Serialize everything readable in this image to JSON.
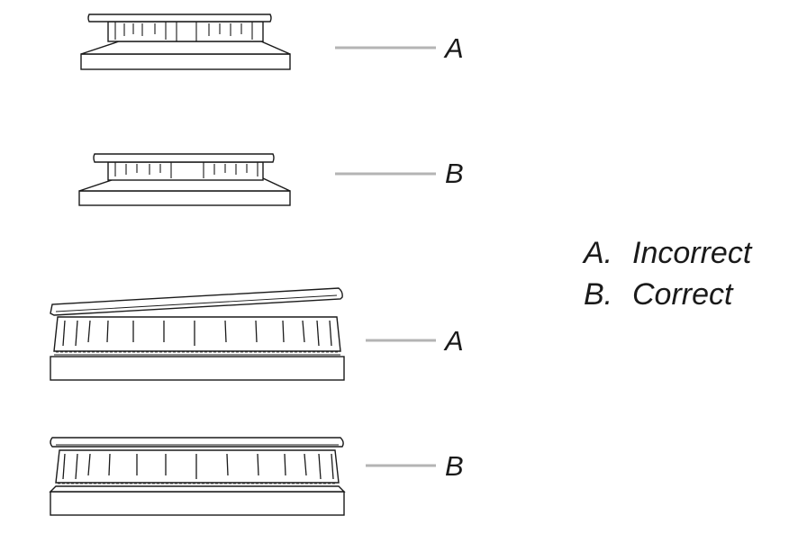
{
  "callouts": [
    {
      "id": "top-a",
      "letter": "A"
    },
    {
      "id": "top-b",
      "letter": "B"
    },
    {
      "id": "bottom-a",
      "letter": "A"
    },
    {
      "id": "bottom-b",
      "letter": "B"
    }
  ],
  "legend": [
    {
      "key": "A.",
      "text": "Incorrect"
    },
    {
      "key": "B.",
      "text": "Correct"
    }
  ],
  "colors": {
    "line": "#1a1a1a",
    "leader": "#b4b4b4",
    "fill": "#ffffff"
  }
}
